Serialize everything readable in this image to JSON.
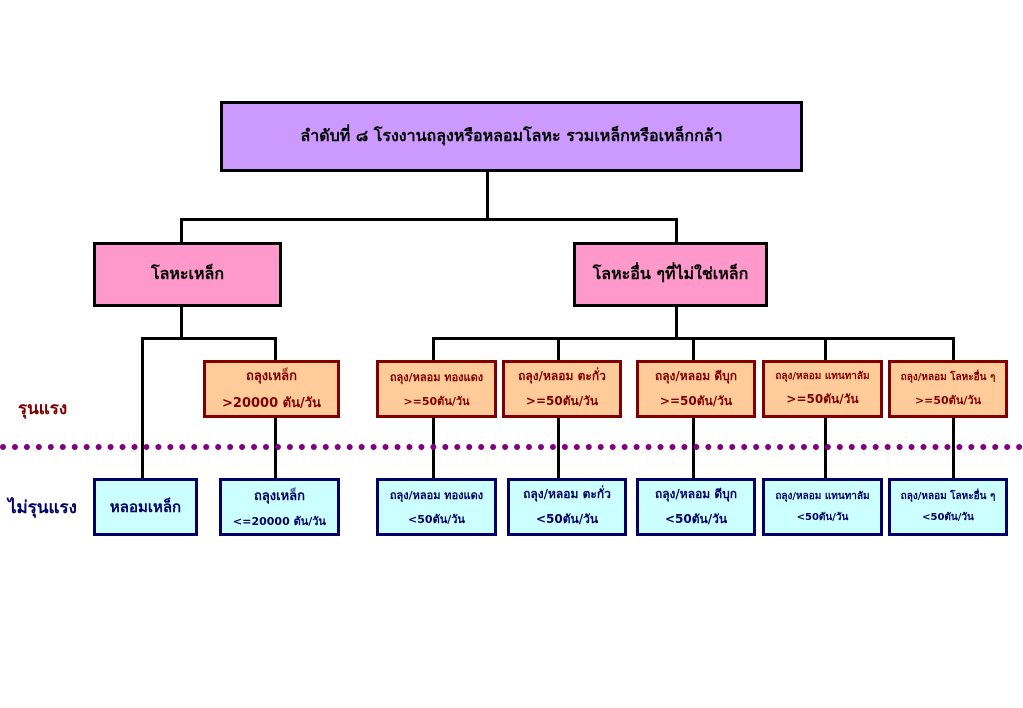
{
  "root": {
    "label": "ลำดับที่ ๘ โรงงานถลุงหรือหลอมโลหะ รวมเหล็กหรือเหล็กกล้า"
  },
  "level2": [
    {
      "label": "โลหะเหล็ก"
    },
    {
      "label": "โลหะอื่น ๆที่ไม่ใช่เหล็ก"
    }
  ],
  "severe_label": "รุนแรง",
  "nonsevere_label": "ไม่รุนแรง",
  "severe_nodes": [
    {
      "line1": "ถลุงเหล็ก",
      "line2": ">20000 ตัน/วัน"
    },
    {
      "line1": "ถลุง/หลอม ทองแดง",
      "line2": ">=50ตัน/วัน"
    },
    {
      "line1": "ถลุง/หลอม ตะกั่ว",
      "line2": ">=50ตัน/วัน"
    },
    {
      "line1": "ถลุง/หลอม ดีบุก",
      "line2": ">=50ตัน/วัน"
    },
    {
      "line1": "ถลุง/หลอม แทนทาลัม",
      "line2": ">=50ตัน/วัน"
    },
    {
      "line1": "ถลุง/หลอม โลหะอื่น ๆ",
      "line2": ">=50ตัน/วัน"
    }
  ],
  "nonsevere_nodes": [
    {
      "line1": "หลอมเหล็ก",
      "line2": ""
    },
    {
      "line1": "ถลุงเหล็ก",
      "line2": "<=20000 ตัน/วัน"
    },
    {
      "line1": "ถลุง/หลอม ทองแดง",
      "line2": "<50ตัน/วัน"
    },
    {
      "line1": "ถลุง/หลอม ตะกั่ว",
      "line2": "<50ตัน/วัน"
    },
    {
      "line1": "ถลุง/หลอม ดีบุก",
      "line2": "<50ตัน/วัน"
    },
    {
      "line1": "ถลุง/หลอม แทนทาลัม",
      "line2": "<50ตัน/วัน"
    },
    {
      "line1": "ถลุง/หลอม โลหะอื่น ๆ",
      "line2": "<50ตัน/วัน"
    }
  ],
  "colors": {
    "root_fill": "#cc99ff",
    "level2_fill": "#ff99cc",
    "severe_fill": "#ffcc99",
    "severe_border": "#800000",
    "nonsevere_fill": "#ccffff",
    "nonsevere_border": "#000066",
    "divider": "#800080"
  }
}
